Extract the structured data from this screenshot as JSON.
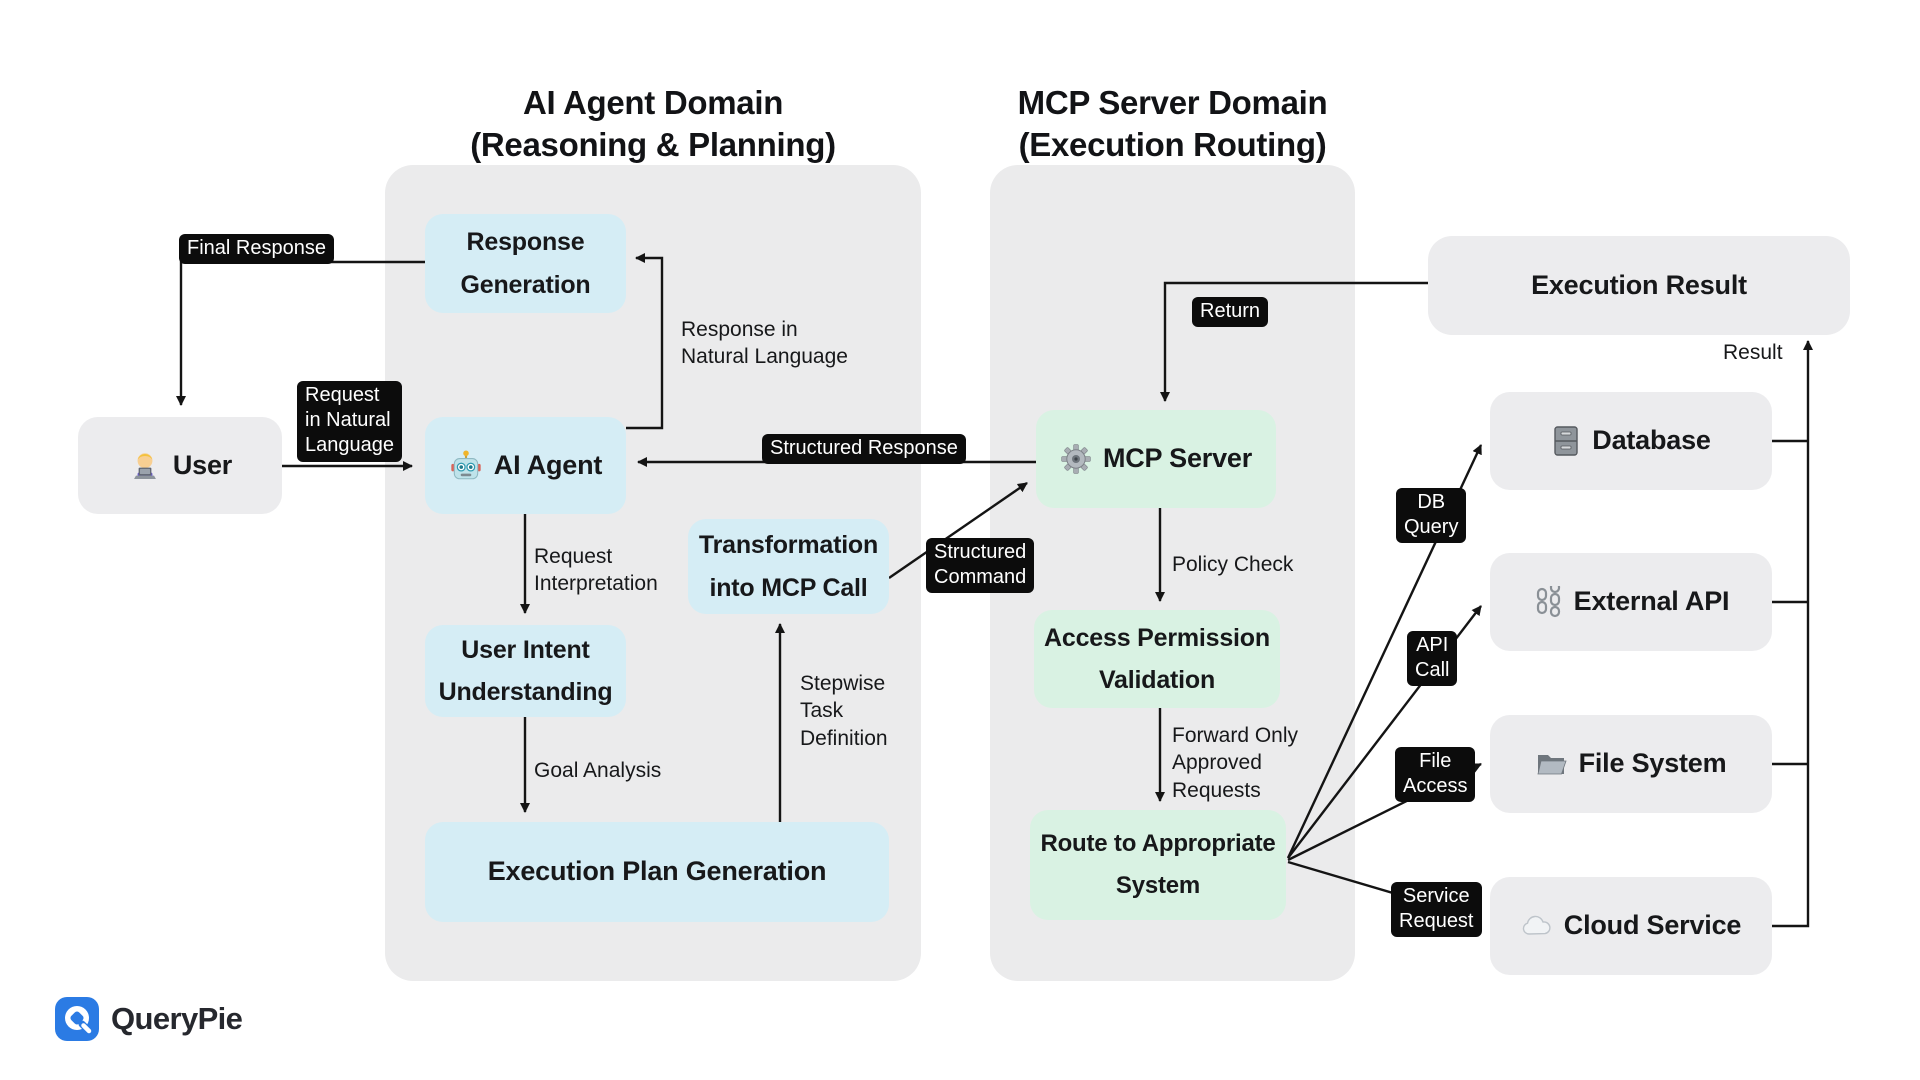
{
  "titles": {
    "agent": {
      "line1": "AI Agent Domain",
      "line2": "(Reasoning & Planning)"
    },
    "mcp": {
      "line1": "MCP Server Domain",
      "line2": "(Execution Routing)"
    }
  },
  "nodes": {
    "user": {
      "label": "User",
      "icon": "person-technologist"
    },
    "response_generation": {
      "label": "Response\nGeneration"
    },
    "ai_agent": {
      "label": "AI Agent",
      "icon": "robot"
    },
    "user_intent": {
      "label": "User Intent\nUnderstanding"
    },
    "transformation": {
      "label": "Transformation\ninto MCP Call"
    },
    "execution_plan": {
      "label": "Execution Plan Generation"
    },
    "mcp_server": {
      "label": "MCP Server",
      "icon": "gear"
    },
    "access_permission": {
      "label": "Access Permission\nValidation"
    },
    "route_system": {
      "label": "Route to Appropriate\nSystem"
    },
    "execution_result": {
      "label": "Execution Result"
    },
    "database": {
      "label": "Database",
      "icon": "file-cabinet"
    },
    "external_api": {
      "label": "External API",
      "icon": "chains"
    },
    "file_system": {
      "label": "File System",
      "icon": "open-folder"
    },
    "cloud_service": {
      "label": "Cloud Service",
      "icon": "cloud"
    }
  },
  "badges": {
    "final_response": "Final Response",
    "request_in_natural_language": "Request\nin Natural\nLanguage",
    "structured_response": "Structured Response",
    "structured_command": "Structured\nCommand",
    "return": "Return",
    "db_query": "DB\nQuery",
    "api_call": "API\nCall",
    "file_access": "File\nAccess",
    "service_request": "Service\nRequest"
  },
  "annotations": {
    "response_in_natural_language": "Response in\nNatural Language",
    "request_interpretation": "Request\nInterpretation",
    "goal_analysis": "Goal Analysis",
    "stepwise_task_definition": "Stepwise\nTask\nDefinition",
    "policy_check": "Policy Check",
    "forward_only": "Forward Only\nApproved\nRequests",
    "result": "Result"
  },
  "brand": {
    "name": "QueryPie"
  },
  "colors": {
    "node_blue": "#d5edf5",
    "node_green": "#d9f2e3",
    "node_gray": "#ececee",
    "panel_gray": "#ebebec",
    "badge_black": "#0c0c0c",
    "brand_blue": "#2b7be4",
    "arrow_black": "#141414"
  }
}
